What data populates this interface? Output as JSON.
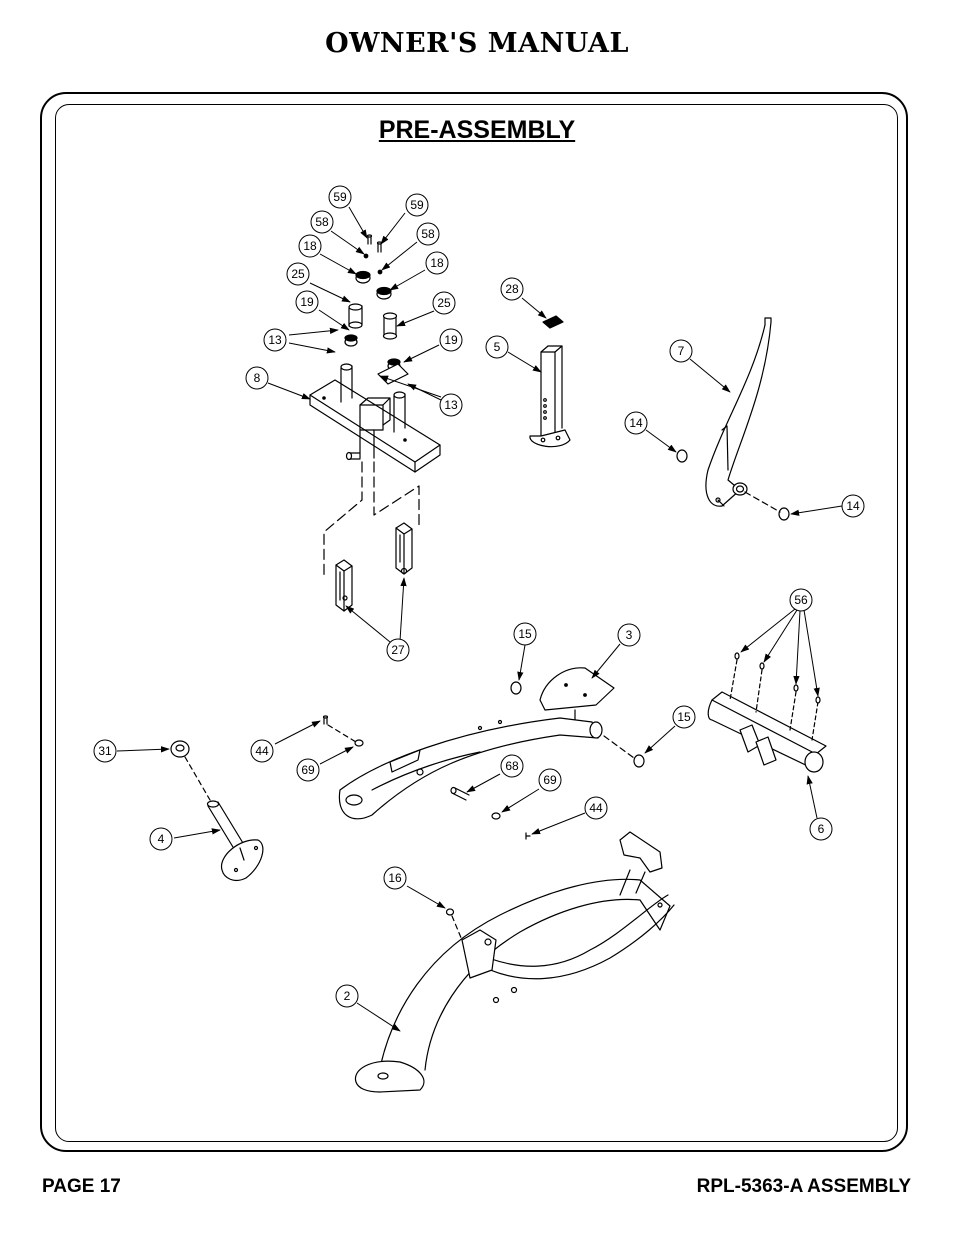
{
  "header": {
    "title": "OWNER'S MANUAL"
  },
  "section": {
    "title": "PRE-ASSEMBLY"
  },
  "footer": {
    "page": "PAGE 17",
    "doc": "RPL-5363-A ASSEMBLY"
  },
  "callouts": [
    {
      "id": "c59a",
      "label": "59"
    },
    {
      "id": "c59b",
      "label": "59"
    },
    {
      "id": "c58a",
      "label": "58"
    },
    {
      "id": "c58b",
      "label": "58"
    },
    {
      "id": "c18a",
      "label": "18"
    },
    {
      "id": "c18b",
      "label": "18"
    },
    {
      "id": "c25a",
      "label": "25"
    },
    {
      "id": "c25b",
      "label": "25"
    },
    {
      "id": "c19a",
      "label": "19"
    },
    {
      "id": "c19b",
      "label": "19"
    },
    {
      "id": "c13a",
      "label": "13"
    },
    {
      "id": "c13b",
      "label": "13"
    },
    {
      "id": "c8",
      "label": "8"
    },
    {
      "id": "c28",
      "label": "28"
    },
    {
      "id": "c5",
      "label": "5"
    },
    {
      "id": "c7",
      "label": "7"
    },
    {
      "id": "c14a",
      "label": "14"
    },
    {
      "id": "c14b",
      "label": "14"
    },
    {
      "id": "c27",
      "label": "27"
    },
    {
      "id": "c56",
      "label": "56"
    },
    {
      "id": "c15a",
      "label": "15"
    },
    {
      "id": "c3",
      "label": "3"
    },
    {
      "id": "c15b",
      "label": "15"
    },
    {
      "id": "c31",
      "label": "31"
    },
    {
      "id": "c44a",
      "label": "44"
    },
    {
      "id": "c69a",
      "label": "69"
    },
    {
      "id": "c68",
      "label": "68"
    },
    {
      "id": "c69b",
      "label": "69"
    },
    {
      "id": "c44b",
      "label": "44"
    },
    {
      "id": "c4",
      "label": "4"
    },
    {
      "id": "c6",
      "label": "6"
    },
    {
      "id": "c16",
      "label": "16"
    },
    {
      "id": "c2",
      "label": "2"
    }
  ]
}
